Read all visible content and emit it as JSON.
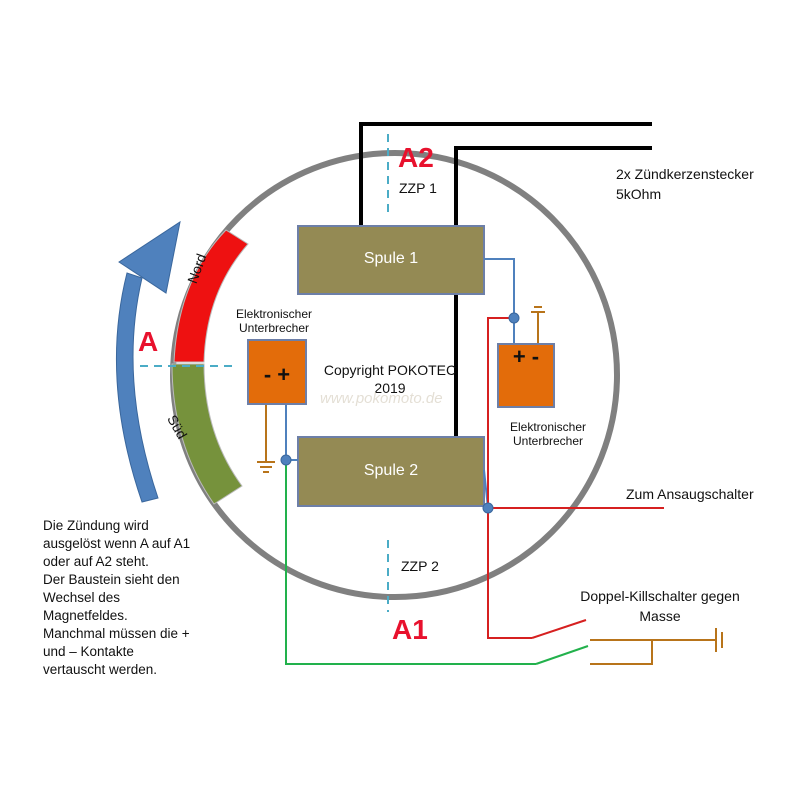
{
  "labels": {
    "a2": "A2",
    "a1": "A1",
    "a": "A",
    "zzp1": "ZZP 1",
    "zzp2": "ZZP 2",
    "spule1": "Spule 1",
    "spule2": "Spule 2",
    "nord": "Nord",
    "sued": "Süd",
    "plug_line1": "2x Zündkerzenstecker",
    "plug_line2": "5kOhm",
    "breaker_left_line1": "Elektronischer",
    "breaker_left_line2": "Unterbrecher",
    "breaker_right_line1": "Elektronischer",
    "breaker_right_line2": "Unterbrecher",
    "copyright_line1": "Copyright POKOTEC",
    "copyright_line2": "2019",
    "watermark": "www.pokomoto.de",
    "ansaug": "Zum Ansaugschalter",
    "kill_line1": "Doppel-Killschalter gegen",
    "kill_line2": "Masse",
    "left_breaker_symbols": "- +",
    "right_breaker_symbols": "+ -"
  },
  "note_lines": [
    "Die Zündung wird",
    "ausgelöst wenn A auf A1",
    "oder auf A2 steht.",
    "Der Baustein sieht den",
    "Wechsel des",
    "Magnetfeldes.",
    "Manchmal müssen die +",
    "und – Kontakte",
    "vertauscht werden."
  ],
  "colors": {
    "coil": "#948a54",
    "coil_border": "#6d7fa8",
    "breaker": "#e36c0a",
    "north": "#ee1111",
    "south": "#76923c",
    "arrow": "#4f81bd",
    "label_red": "#e8112d",
    "ring": "#808080",
    "wire_hv": "#000000",
    "wire_red": "#d62020",
    "wire_green": "#22b14c",
    "wire_blue": "#4f81bd",
    "wire_brown": "#b8741a",
    "dash": "#4bacc6"
  }
}
